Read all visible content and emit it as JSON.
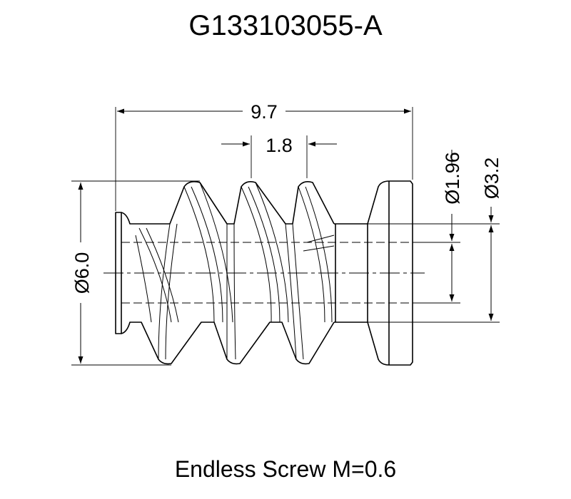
{
  "title": "G133103055-A",
  "caption": "Endless Screw M=0.6",
  "dimensions": {
    "overall_length": "9.7",
    "pitch": "1.8",
    "outer_diameter": "Ø6.0",
    "bore_diameter": "Ø1.96",
    "hub_diameter": "Ø3.2"
  },
  "colors": {
    "line": "#000000",
    "background": "#ffffff"
  }
}
